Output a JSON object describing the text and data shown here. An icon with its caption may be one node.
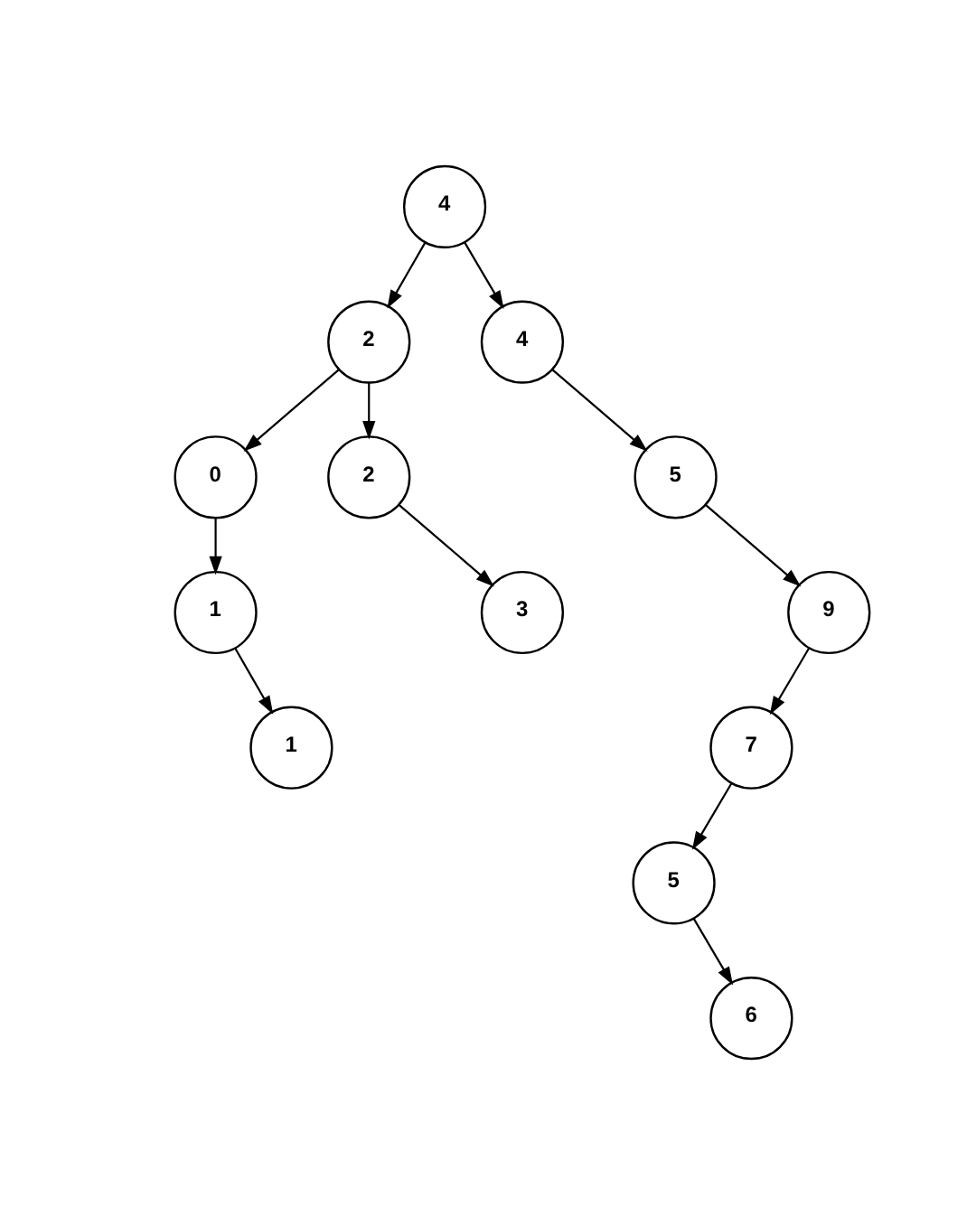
{
  "diagram": {
    "nodes": [
      {
        "text": [
          "4"
        ]
      },
      {
        "text": [
          "2"
        ]
      },
      {
        "text": [
          "4"
        ]
      },
      {
        "text": [
          "0"
        ]
      },
      {
        "text": [
          "2"
        ]
      },
      {
        "text": [
          "5"
        ]
      },
      {
        "text": [
          "1"
        ]
      },
      {
        "text": [
          "3"
        ]
      },
      {
        "text": [
          "9"
        ]
      },
      {
        "text": [
          "1"
        ]
      },
      {
        "text": [
          "7"
        ]
      },
      {
        "text": [
          "5"
        ]
      },
      {
        "text": [
          "6"
        ]
      }
    ],
    "edges": [
      {
        "from": 0,
        "to": 1,
        "arrow": "to"
      },
      {
        "from": 0,
        "to": 2,
        "arrow": "to"
      },
      {
        "from": 1,
        "to": 3,
        "arrow": "to"
      },
      {
        "from": 1,
        "to": 4,
        "arrow": "to"
      },
      {
        "from": 2,
        "to": 5,
        "arrow": "to"
      },
      {
        "from": 3,
        "to": 6,
        "arrow": "to"
      },
      {
        "from": 4,
        "to": 7,
        "arrow": "to"
      },
      {
        "from": 5,
        "to": 8,
        "arrow": "to"
      },
      {
        "from": 6,
        "to": 9,
        "arrow": "to"
      },
      {
        "from": 8,
        "to": 10,
        "arrow": "to"
      },
      {
        "from": 10,
        "to": 11,
        "arrow": "to"
      },
      {
        "from": 11,
        "to": 12,
        "arrow": "to"
      }
    ]
  }
}
